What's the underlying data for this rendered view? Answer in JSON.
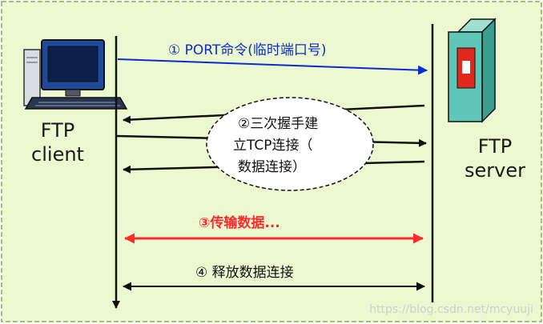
{
  "client": {
    "line1": "FTP",
    "line2": "client"
  },
  "server": {
    "line1": "FTP",
    "line2": "server"
  },
  "steps": {
    "port": "① PORT命令(临时端口号)",
    "handshake_line1": "②三次握手建",
    "handshake_line2": "立TCP连接（",
    "handshake_line3": "数据连接）",
    "transfer": "③传输数据...",
    "release": "④ 释放数据连接"
  },
  "watermark": "https://blog.csdn.net/mcyuuji",
  "colors": {
    "background": "#ecf8cf",
    "blue_arrow": "#0a2bd0",
    "red_arrow": "#ff2a2a",
    "black": "#111111",
    "server_body": "#5fc7b8",
    "server_panel": "#e0281c",
    "monitor": "#1d4a9c"
  },
  "icons": {
    "client": "desktop-computer-icon",
    "server": "server-tower-icon"
  }
}
